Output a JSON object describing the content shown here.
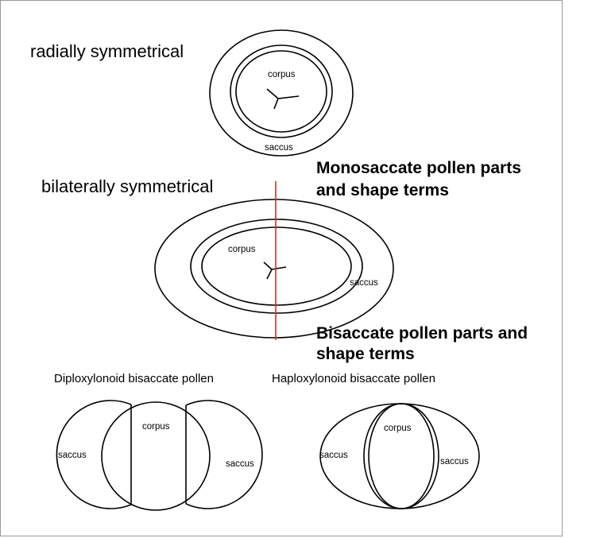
{
  "monosaccate": {
    "radial_label": "radially symmetrical",
    "bilateral_label": "bilaterally symmetrical",
    "corpus_label": "corpus",
    "saccus_label": "saccus",
    "title_line1": "Monosaccate pollen parts",
    "title_line2": "and shape terms"
  },
  "bisaccate": {
    "title_line1": "Bisaccate pollen parts and",
    "title_line2": "shape terms",
    "diploxylonoid_label": "Diploxylonoid  bisaccate pollen",
    "haploxylonoid_label": "Haploxylonoid  bisaccate pollen",
    "corpus_label": "corpus",
    "saccus_label": "saccus"
  },
  "colors": {
    "outline": "#000000",
    "symmetry_axis": "#c0392b",
    "frame": "#9a9a9a"
  }
}
